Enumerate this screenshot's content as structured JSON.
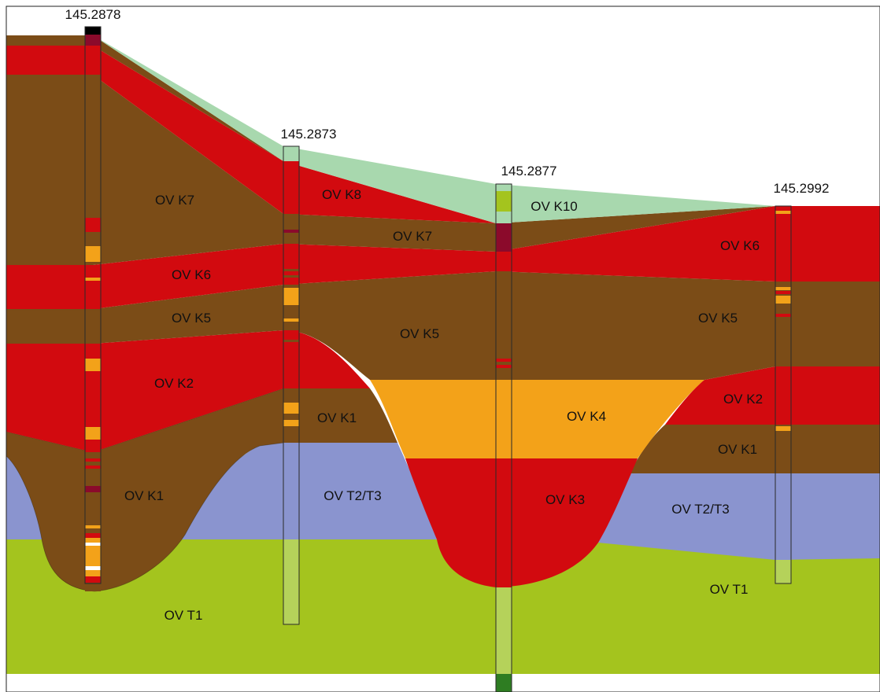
{
  "boreholes": [
    {
      "id": "145.2878"
    },
    {
      "id": "145.2873"
    },
    {
      "id": "145.2877"
    },
    {
      "id": "145.2992"
    }
  ],
  "units": {
    "ovk10": "OV K10",
    "ovk8": "OV K8",
    "ovk7": "OV K7",
    "ovk6": "OV K6",
    "ovk5": "OV K5",
    "ovk4": "OV K4",
    "ovk3": "OV K3",
    "ovk2": "OV K2",
    "ovk1": "OV K1",
    "ovt23": "OV T2/T3",
    "ovt1": "OV T1"
  },
  "colors": {
    "ovt1": "#a4c41e",
    "ovt23": "#8a94cf",
    "brown": "#7b4c17",
    "red": "#d20a0f",
    "ovk4": "#f3a219",
    "ovk10": "#a8d8ae",
    "dark_green": "#2e7d22",
    "maroon": "#8b0a2b"
  }
}
